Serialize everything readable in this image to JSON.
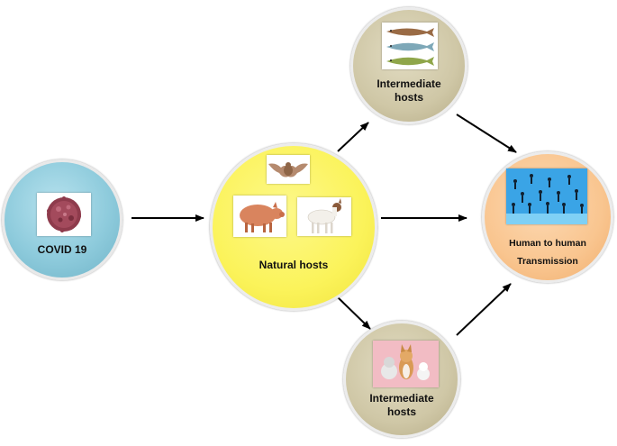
{
  "nodes": {
    "covid": {
      "label": "COVID 19",
      "color": "#8ecbdc"
    },
    "natural": {
      "label": "Natural hosts",
      "color": "#fbf35a"
    },
    "intermediate_top": {
      "line1": "Intermediate",
      "line2": "hosts",
      "color": "#cfc7a6"
    },
    "intermediate_bottom": {
      "line1": "Intermediate",
      "line2": "hosts",
      "color": "#cfc7a6"
    },
    "human": {
      "line1": "Human to human",
      "line2": "Transmission",
      "color": "#f9c58f"
    }
  },
  "images": {
    "virus": "virus-image",
    "bat": "bat-image",
    "pig": "pig-image",
    "goat": "goat-image",
    "fish": "fish-image",
    "pets": "pets-image",
    "crowd": "crowd-image"
  },
  "arrow_color": "#000000"
}
